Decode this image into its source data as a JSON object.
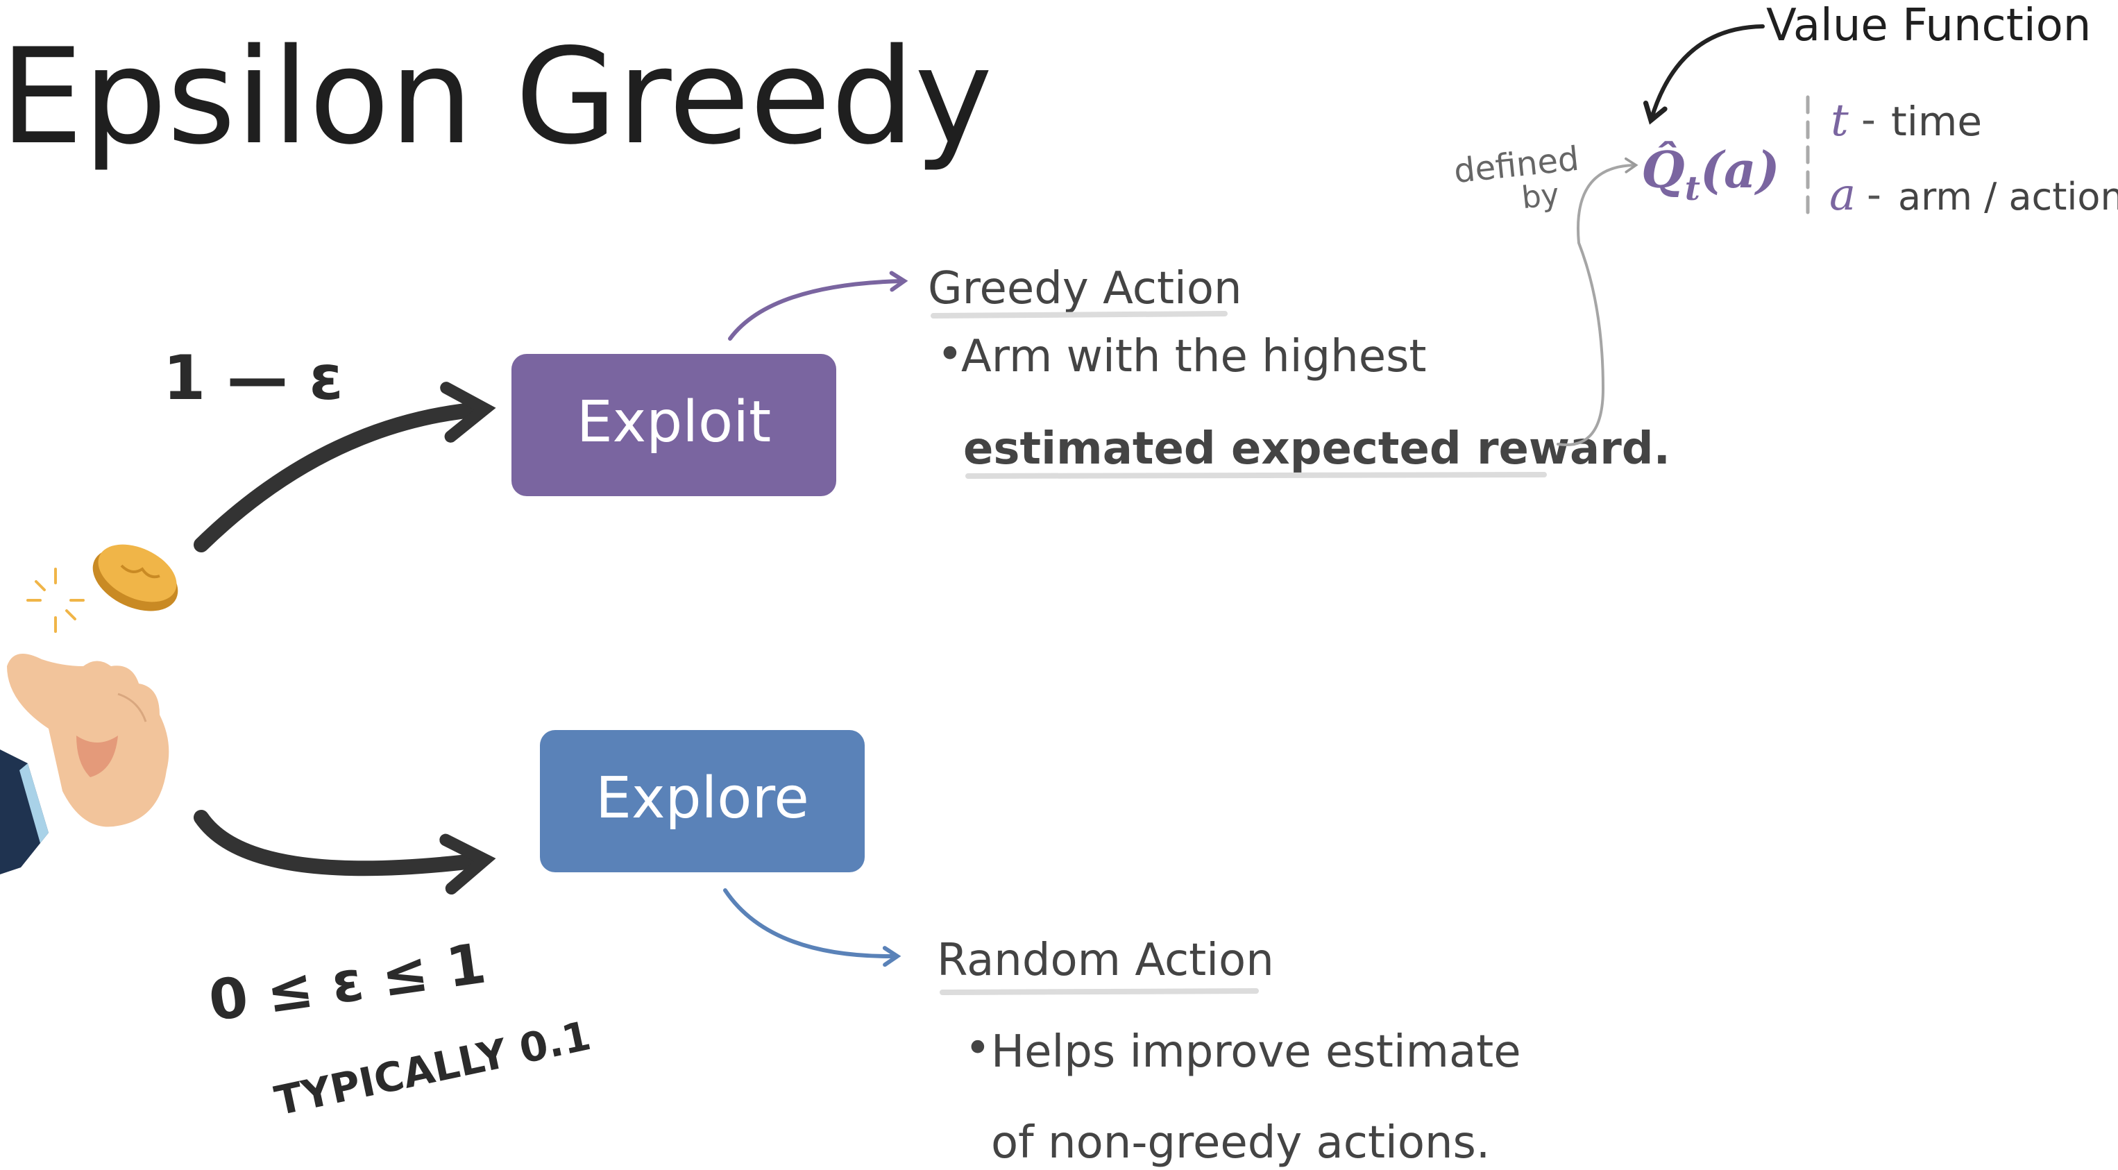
{
  "title": "Epsilon Greedy",
  "exploit": {
    "label": "Exploit",
    "probability": "1 — ε",
    "color": "#7a65a0"
  },
  "explore": {
    "label": "Explore",
    "probability": "0 ≤ ε ≤ 1",
    "typical": "TYPICALLY 0.1",
    "color": "#5a82b8"
  },
  "greedy_action": {
    "title": "Greedy Action",
    "bullet": "•",
    "line1": "Arm with the highest",
    "line2": "estimated expected reward."
  },
  "random_action": {
    "title": "Random Action",
    "bullet": "•",
    "line1": "Helps improve estimate",
    "line2": "of non-greedy actions."
  },
  "value_function": {
    "label": "Value Function",
    "defined": "defined",
    "by": "by",
    "symbol_main": "Q̂",
    "symbol_sub": "t",
    "symbol_arg": "(a)",
    "legend": [
      {
        "symbol": "t",
        "dash": "-",
        "text": "time"
      },
      {
        "symbol": "a",
        "dash": "-",
        "text": "arm / action"
      }
    ]
  },
  "colors": {
    "text_dark": "#2b2b2b",
    "text_gray": "#555555",
    "purple_arrow": "#7a65a0",
    "blue_arrow": "#5a82b8",
    "underline": "#dcdcdc",
    "symbol": "#7a65a0",
    "coin": "#e3a53a"
  }
}
